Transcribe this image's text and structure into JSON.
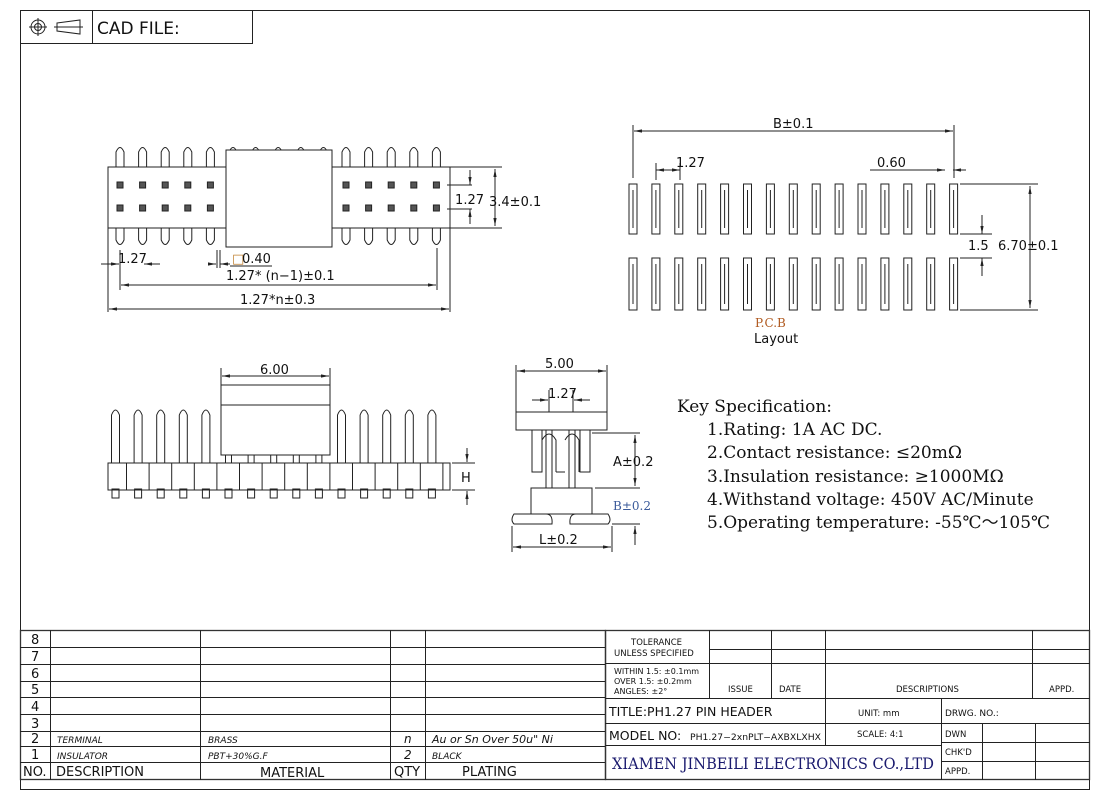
{
  "header": {
    "cad_file_label": "CAD FILE:",
    "icons": [
      "projection-symbol-icon",
      "cone-projection-icon"
    ]
  },
  "top_view": {
    "pitch": "1.27",
    "row_pitch": "1.27",
    "height": "3.4±0.1",
    "pin_size_prefix": "□",
    "pin_size": "0.40",
    "span": "1.27* (n−1)±0.1",
    "overall": "1.27*n±0.3"
  },
  "pcb_layout": {
    "width": "B±0.1",
    "pitch": "1.27",
    "pad_width": "0.60",
    "row_gap": "1.5",
    "height": "6.70±0.1",
    "label_line1": "P.C.B",
    "label_line2": "Layout"
  },
  "side_view": {
    "body_width": "6.00",
    "height": "H"
  },
  "end_view": {
    "width": "5.00",
    "pitch": "1.27",
    "dim_a": "A±0.2",
    "dim_b": "B±0.2",
    "dim_l": "L±0.2"
  },
  "key_spec": {
    "title": "Key Specification:",
    "items": [
      "1.Rating: 1A AC DC.",
      "2.Contact resistance: ≤20mΩ",
      "3.Insulation resistance: ≥1000MΩ",
      "4.Withstand voltage: 450V AC/Minute",
      "5.Operating temperature: -55℃～105℃"
    ]
  },
  "bom": {
    "headers": {
      "no": "NO.",
      "description": "DESCRIPTION",
      "material": "MATERIAL",
      "qty": "QTY",
      "plating": "PLATING"
    },
    "rows": [
      {
        "no": "8",
        "description": "",
        "material": "",
        "qty": "",
        "plating": ""
      },
      {
        "no": "7",
        "description": "",
        "material": "",
        "qty": "",
        "plating": ""
      },
      {
        "no": "6",
        "description": "",
        "material": "",
        "qty": "",
        "plating": ""
      },
      {
        "no": "5",
        "description": "",
        "material": "",
        "qty": "",
        "plating": ""
      },
      {
        "no": "4",
        "description": "",
        "material": "",
        "qty": "",
        "plating": ""
      },
      {
        "no": "3",
        "description": "",
        "material": "",
        "qty": "",
        "plating": ""
      },
      {
        "no": "2",
        "description": "TERMINAL",
        "material": "BRASS",
        "qty": "n",
        "plating": "Au or Sn Over 50u\" Ni"
      },
      {
        "no": "1",
        "description": "INSULATOR",
        "material": "PBT+30%G.F",
        "qty": "2",
        "plating": "BLACK"
      }
    ]
  },
  "title_block": {
    "tolerance_1": "TOLERANCE",
    "tolerance_2": "UNLESS SPECIFIED",
    "within": "WITHIN 1.5: ±0.1mm",
    "over": "OVER 1.5:  ±0.2mm",
    "angles": "ANGLES: ±2°",
    "issue": "ISSUE",
    "date": "DATE",
    "descriptions": "DESCRIPTIONS",
    "appd": "APPD.",
    "title": "TITLE:PH1.27  PIN  HEADER",
    "unit": "UNIT: mm",
    "drwg_no": "DRWG.  NO.:",
    "model_label": "MODEL  NO:",
    "model": "PH1.27−2xnPLT−AXBXLXHX",
    "scale": "SCALE: 4:1",
    "dwn": "DWN",
    "chkd": "CHK'D",
    "appd2": "APPD.",
    "company": "XIAMEN JINBEILI ELECTRONICS CO.,LTD",
    "company_color": "#1a1a6e"
  }
}
